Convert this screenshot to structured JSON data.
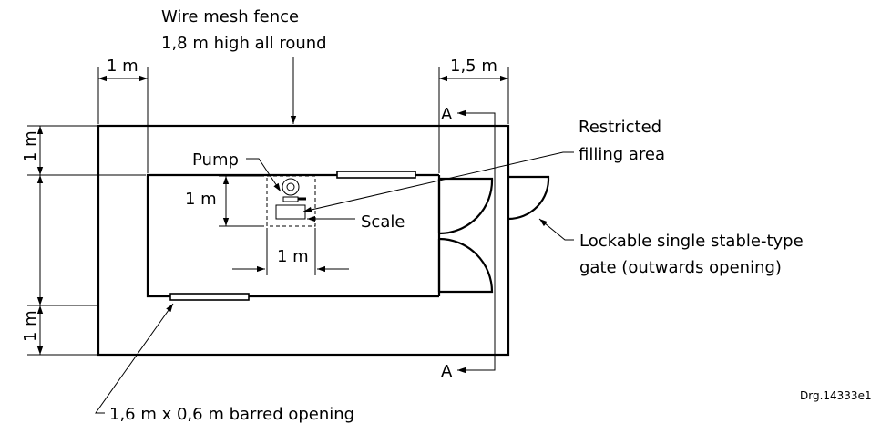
{
  "labels": {
    "fence_line1": "Wire mesh fence",
    "fence_line2": "1,8 m high all round",
    "dim_left": "1 m",
    "dim_right": "1,5 m",
    "section_top": "A",
    "section_bottom": "A",
    "restricted_line1": "Restricted",
    "restricted_line2": "filling area",
    "pump": "Pump",
    "dim_pump_vertical": "1 m",
    "scale": "Scale",
    "dim_pump_horizontal": "1 m",
    "gate_line1": "Lockable single stable-type",
    "gate_line2": "gate (outwards opening)",
    "dim_v_top": "1 m",
    "dim_v_bottom": "1 m",
    "barred_opening": "1,6 m x 0,6 m barred opening",
    "drawing_number": "Drg.14333e1"
  }
}
